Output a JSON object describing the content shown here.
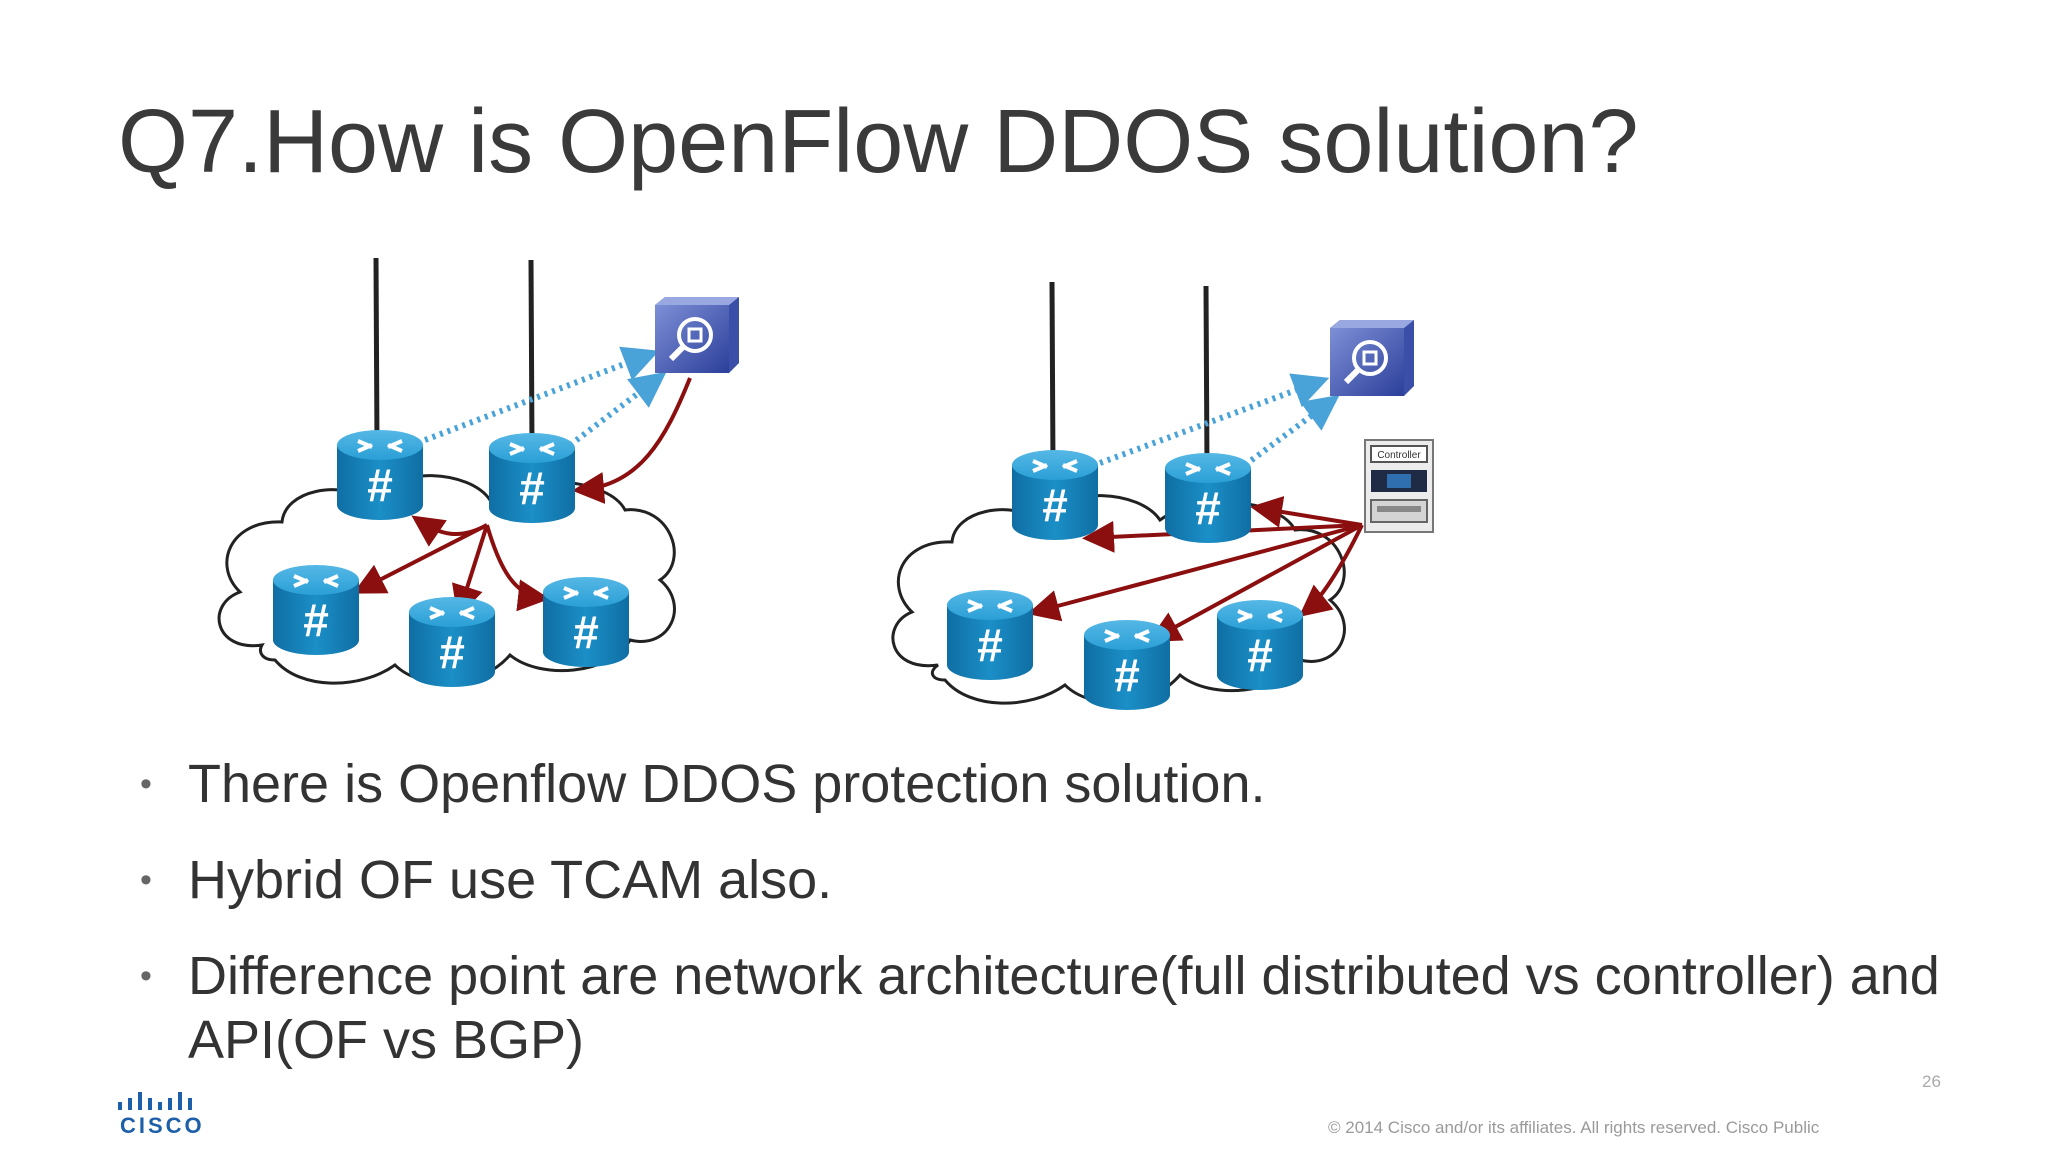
{
  "slide": {
    "title": "Q7.How is OpenFlow DDOS solution?",
    "bullets": [
      {
        "text": "There is Openflow DDOS protection solution."
      },
      {
        "text": "Hybrid OF use TCAM also."
      },
      {
        "text": "Difference point are network architecture(full distributed vs controller) and API(OF vs BGP)"
      }
    ],
    "page_number": "26",
    "footer": {
      "copyright": "© 2014  Cisco and/or its affiliates. All rights reserved.    Cisco Public"
    },
    "logo": {
      "text": "CISCO"
    },
    "controller_label": "Controller"
  },
  "icons": {
    "router": "router-icon",
    "monitor": "monitor-appliance-icon",
    "controller": "controller-server-icon"
  },
  "colors": {
    "router_blue": "#1b8fc7",
    "arrow_red": "#8b0f0f",
    "dotted_blue": "#4aa3d8",
    "cloud_line": "#222222"
  }
}
